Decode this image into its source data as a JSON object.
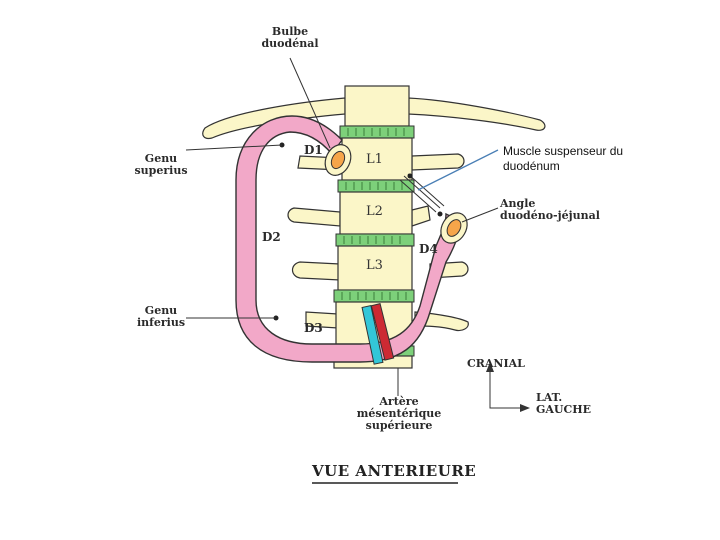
{
  "labels": {
    "bulbe": "Bulbe\nduodénal",
    "genu_superius": "Genu\nsuperius",
    "genu_inferius": "Genu\ninferius",
    "d1": "D1",
    "d2": "D2",
    "d3": "D3",
    "d4": "D4",
    "l1": "L1",
    "l2": "L2",
    "l3": "L3",
    "angle": "Angle\nduodéno-jéjunal",
    "muscle": "Muscle suspenseur du\nduodénum",
    "artere": "Artère\nmésentérique\nsupérieure",
    "cranial": "CRANIAL",
    "lat_gauche": "LAT.\nGAUCHE"
  },
  "title": "VUE ANTERIEURE",
  "colors": {
    "duodenum": "#f2a8c8",
    "bone": "#fbf6c8",
    "disc": "#7dd07a",
    "artery": "#cc2a33",
    "vein": "#33c7d8",
    "muscle_line": "#4a7fb5"
  }
}
